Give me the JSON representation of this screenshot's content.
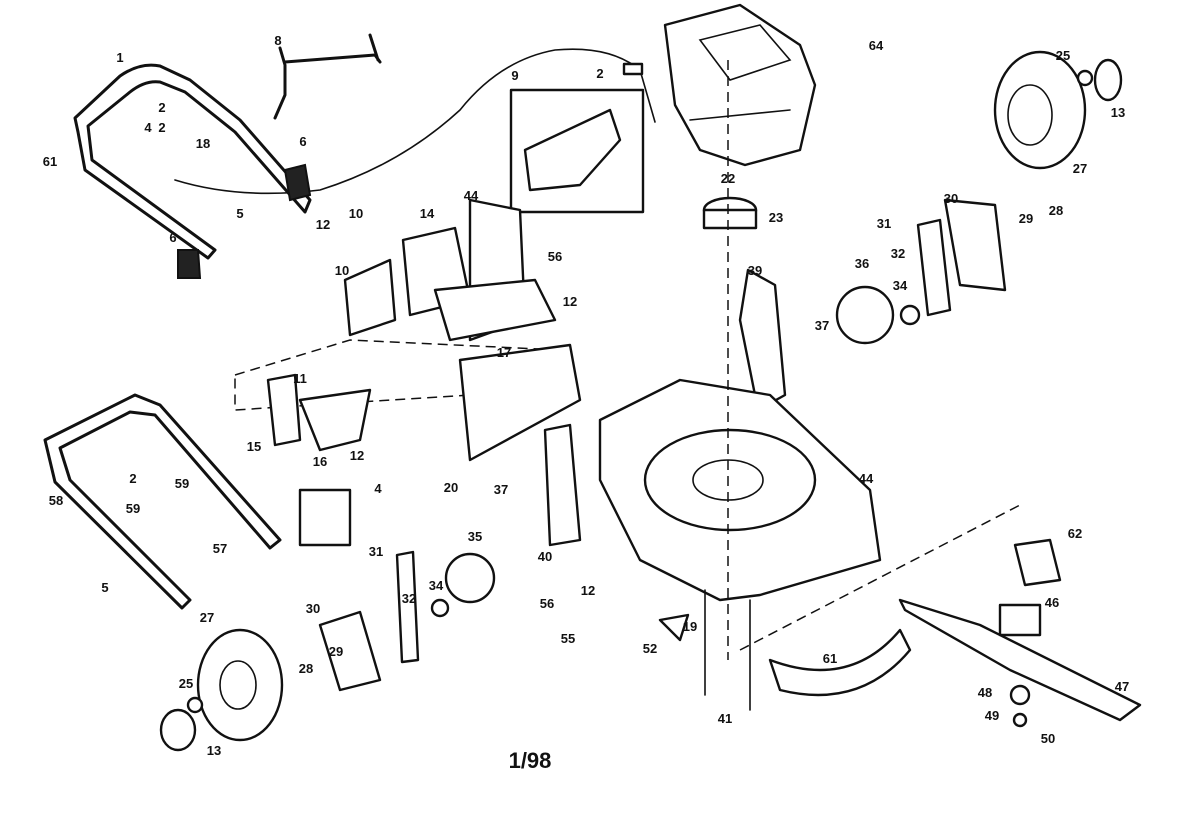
{
  "diagram": {
    "labels": [
      "1",
      "2",
      "4",
      "2",
      "18",
      "61",
      "6",
      "5",
      "6",
      "8",
      "2",
      "9",
      "64",
      "25",
      "13",
      "27",
      "22",
      "23",
      "30",
      "31",
      "28",
      "29",
      "12",
      "10",
      "14",
      "44",
      "56",
      "12",
      "10",
      "17",
      "39",
      "36",
      "34",
      "32",
      "37",
      "11",
      "15",
      "16",
      "12",
      "20",
      "58",
      "2",
      "59",
      "59",
      "4",
      "5",
      "27",
      "25",
      "13",
      "57",
      "31",
      "35",
      "34",
      "37",
      "40",
      "30",
      "32",
      "28",
      "29",
      "56",
      "12",
      "55",
      "52",
      "19",
      "44",
      "62",
      "46",
      "61",
      "47",
      "41",
      "48",
      "49",
      "50"
    ],
    "footer": "1/98"
  }
}
